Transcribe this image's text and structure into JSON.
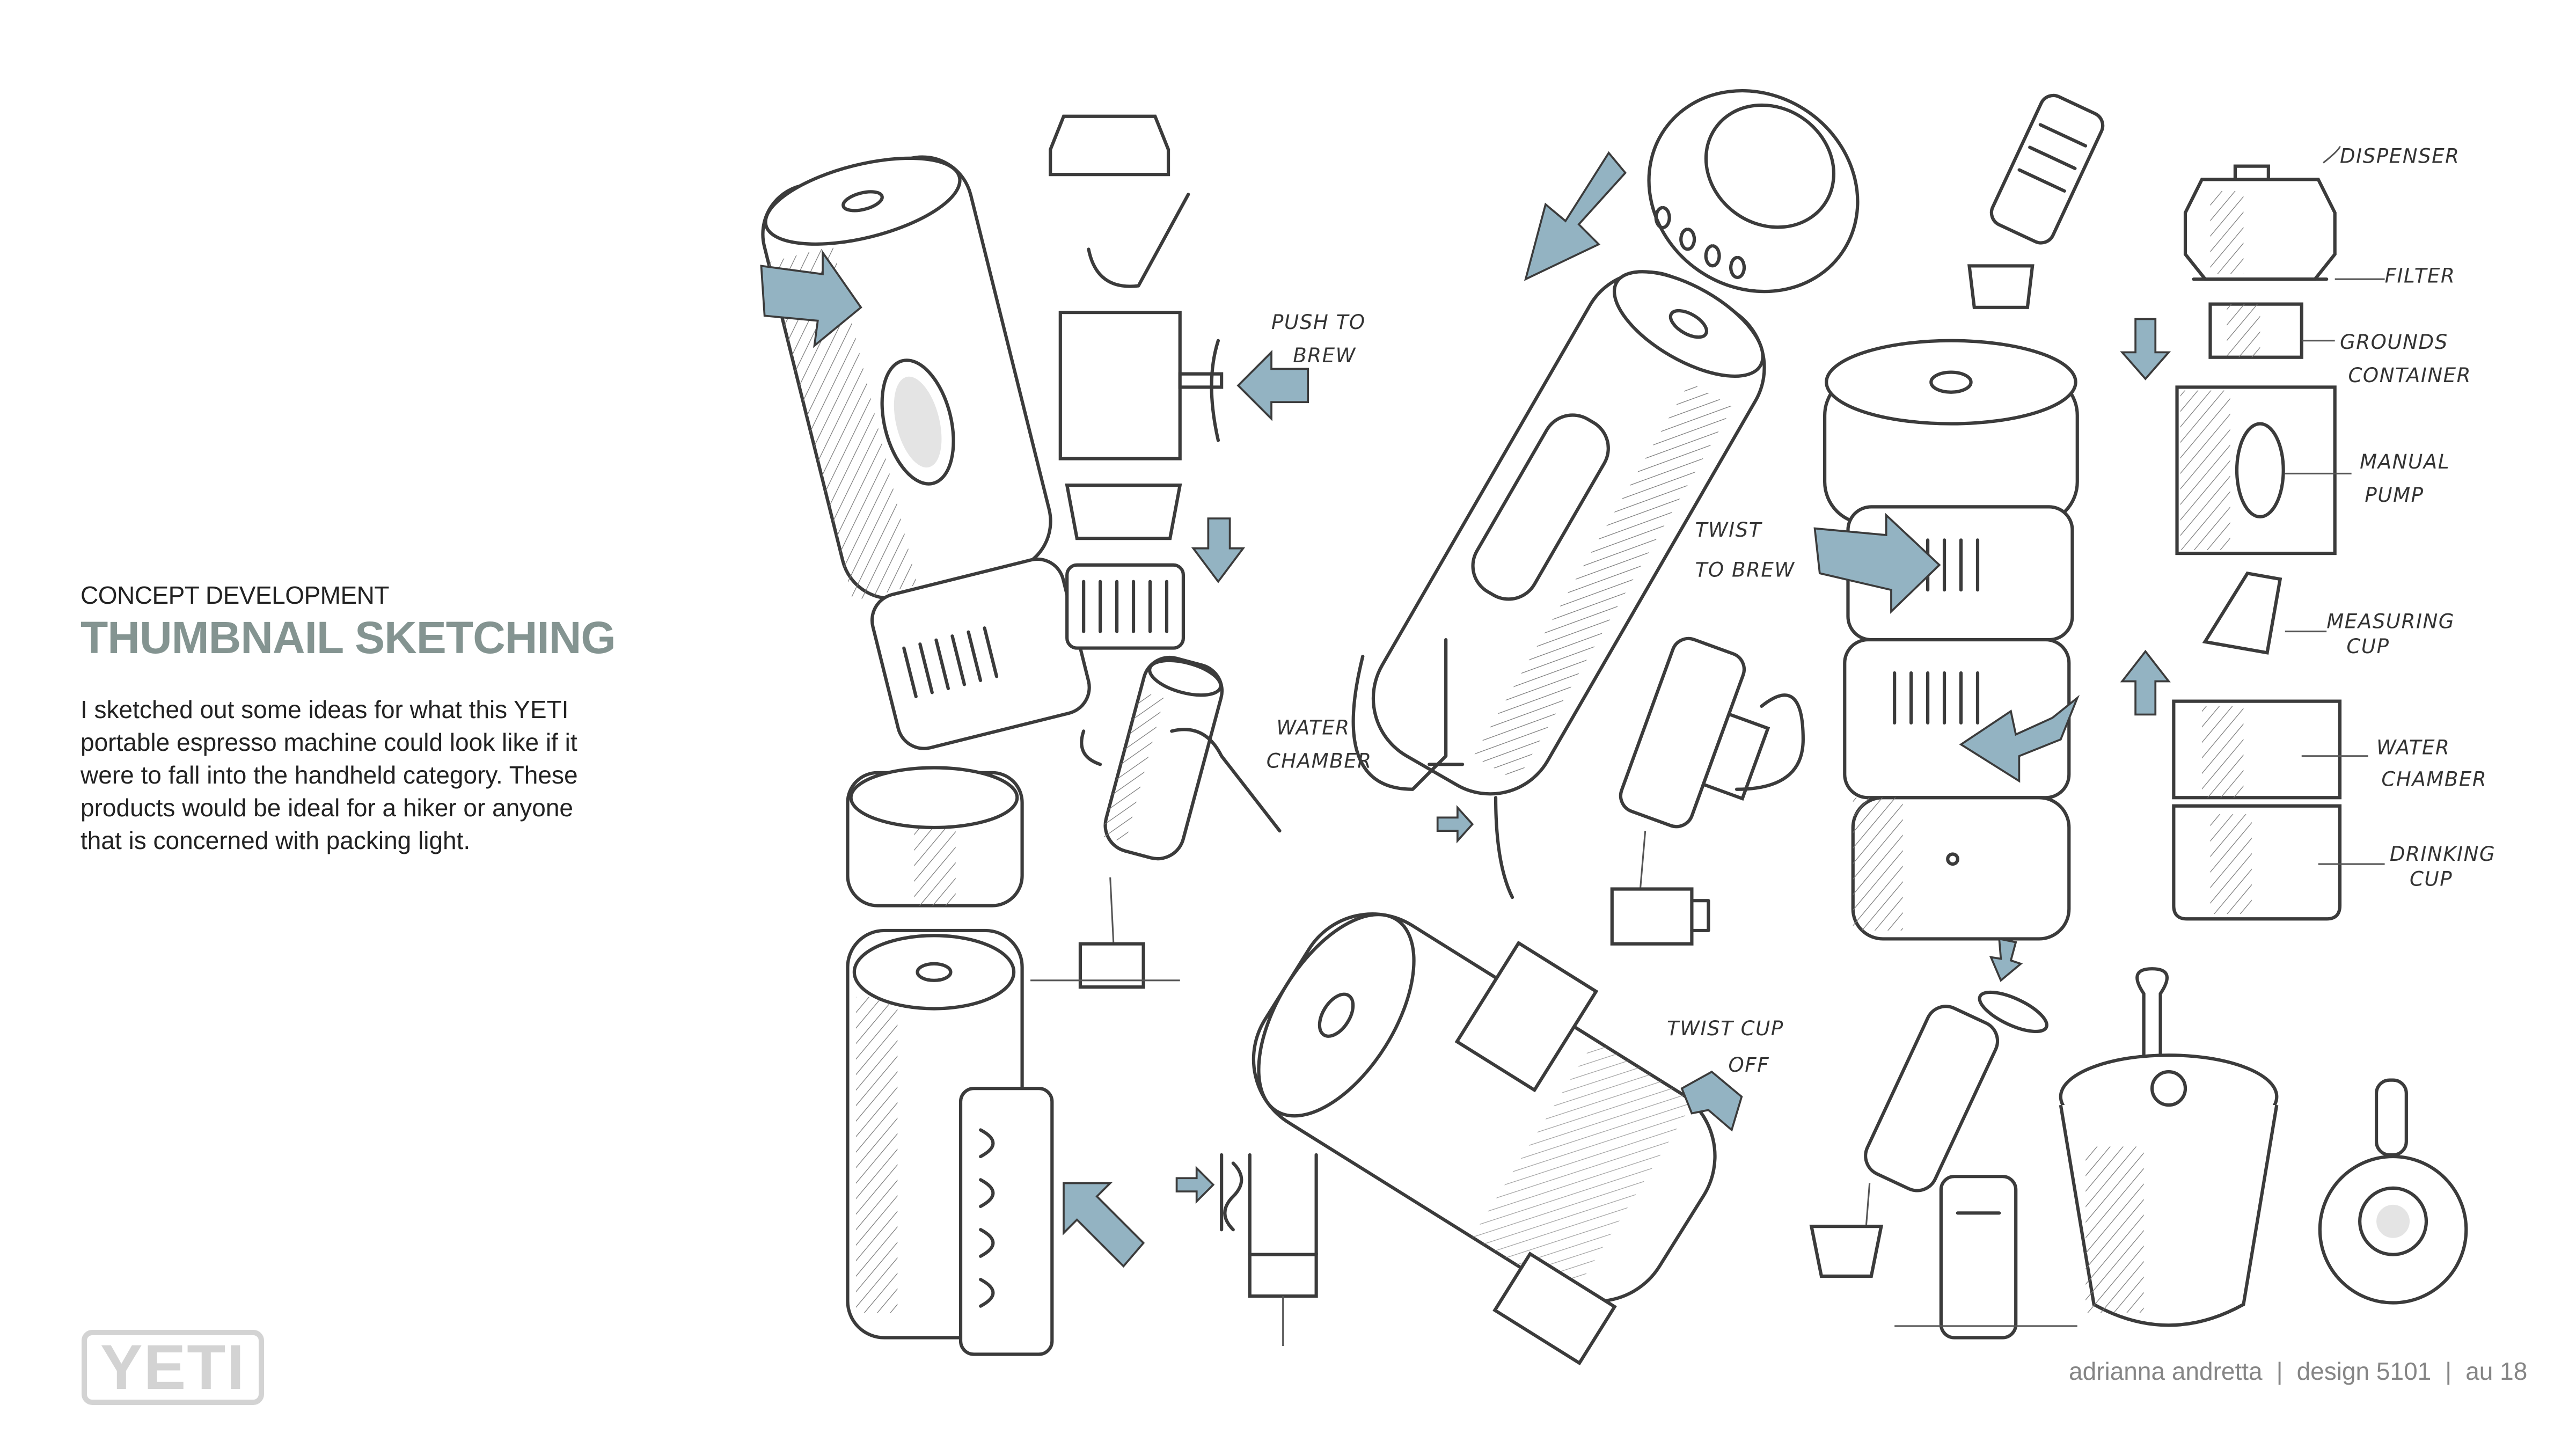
{
  "header": {
    "kicker": "CONCEPT DEVELOPMENT",
    "title": "THUMBNAIL SKETCHING"
  },
  "description": {
    "lines": [
      "I sketched out some ideas for what this YETI",
      "portable espresso machine could look like if it",
      "were to fall into the handheld category. These",
      "products would be ideal for a hiker or anyone",
      "that is concerned with packing light."
    ]
  },
  "logo": {
    "text": "YETI"
  },
  "footer": {
    "author": "adrianna andretta",
    "course": "design 5101",
    "term": "au 18",
    "separator": "|"
  },
  "sketch_labels": {
    "push_to_brew": [
      "PUSH TO",
      "BREW"
    ],
    "water_chamber_left": [
      "WATER",
      "CHAMBER"
    ],
    "twist_to_brew": [
      "TWIST",
      "TO BREW"
    ],
    "twist_cup_off": [
      "TWIST CUP",
      "OFF"
    ],
    "dispenser": "DISPENSER",
    "filter": "FILTER",
    "grounds_container": [
      "GROUNDS",
      "CONTAINER"
    ],
    "manual_pump": [
      "MANUAL",
      "PUMP"
    ],
    "measuring_cup": [
      "MEASURING",
      "CUP"
    ],
    "water_chamber_right": [
      "WATER",
      "CHAMBER"
    ],
    "drinking_cup": [
      "DRINKING",
      "CUP"
    ]
  },
  "colors": {
    "title": "#849491",
    "accent_arrow": "#93b3c2",
    "logo": "#d3d3d3",
    "footer": "#858585"
  }
}
